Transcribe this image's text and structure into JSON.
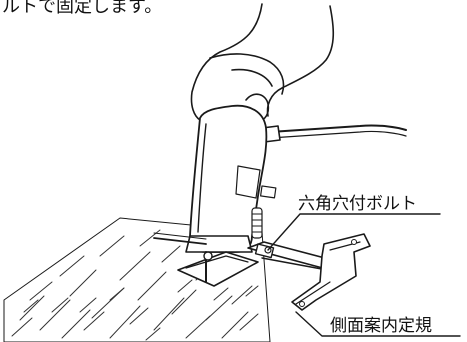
{
  "caption_fragment": "ルトで固定します。",
  "callouts": [
    {
      "id": "hex-bolt",
      "text": "六角穴付ボルト"
    },
    {
      "id": "side-guide",
      "text": "側面案内定規"
    }
  ]
}
